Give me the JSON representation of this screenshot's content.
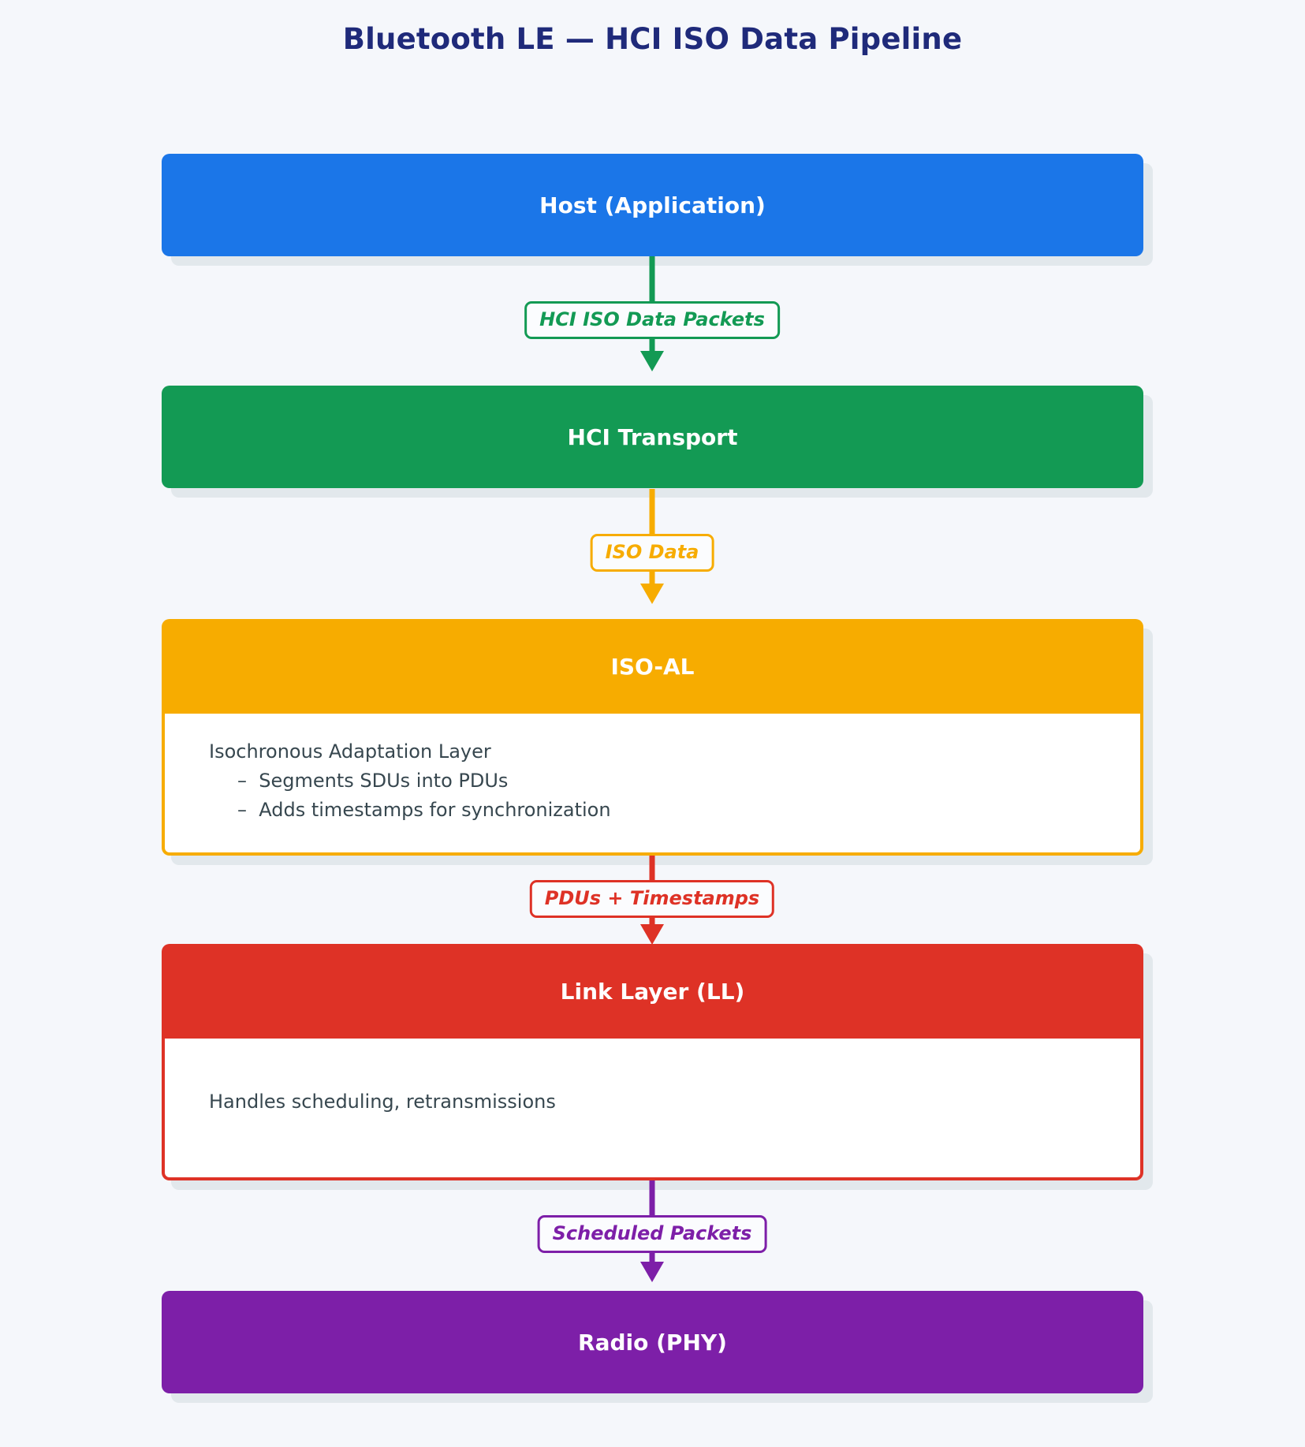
{
  "title": "Bluetooth LE  —  HCI ISO Data Pipeline",
  "colors": {
    "background": "#f5f7fb",
    "title": "#1f2a7a",
    "shadow": "#e2e8ec",
    "body_text": "#37474f",
    "host": "#1b76e8",
    "hci_transport": "#139a54",
    "iso_al": "#f7ac00",
    "link_layer": "#de3226",
    "radio": "#7d1fa8"
  },
  "nodes": [
    {
      "id": "host",
      "label": "Host (Application)",
      "color": "#1b76e8",
      "body": []
    },
    {
      "id": "hci-transport",
      "label": "HCI Transport",
      "color": "#139a54",
      "body": []
    },
    {
      "id": "iso-al",
      "label": "ISO-AL",
      "color": "#f7ac00",
      "body": [
        "Isochronous Adaptation Layer",
        "–  Segments SDUs into PDUs",
        "–  Adds timestamps for synchronization"
      ]
    },
    {
      "id": "link-layer",
      "label": "Link Layer (LL)",
      "color": "#de3226",
      "body": [
        "Handles scheduling, retransmissions"
      ]
    },
    {
      "id": "radio",
      "label": "Radio (PHY)",
      "color": "#7d1fa8",
      "body": []
    }
  ],
  "edges": [
    {
      "id": "host-to-hci",
      "label": "HCI ISO Data Packets",
      "color": "#139a54",
      "from": "host",
      "to": "hci-transport"
    },
    {
      "id": "hci-to-isoal",
      "label": "ISO Data",
      "color": "#f7ac00",
      "from": "hci-transport",
      "to": "iso-al"
    },
    {
      "id": "isoal-to-ll",
      "label": "PDUs + Timestamps",
      "color": "#de3226",
      "from": "iso-al",
      "to": "link-layer"
    },
    {
      "id": "ll-to-radio",
      "label": "Scheduled Packets",
      "color": "#7d1fa8",
      "from": "link-layer",
      "to": "radio"
    }
  ]
}
